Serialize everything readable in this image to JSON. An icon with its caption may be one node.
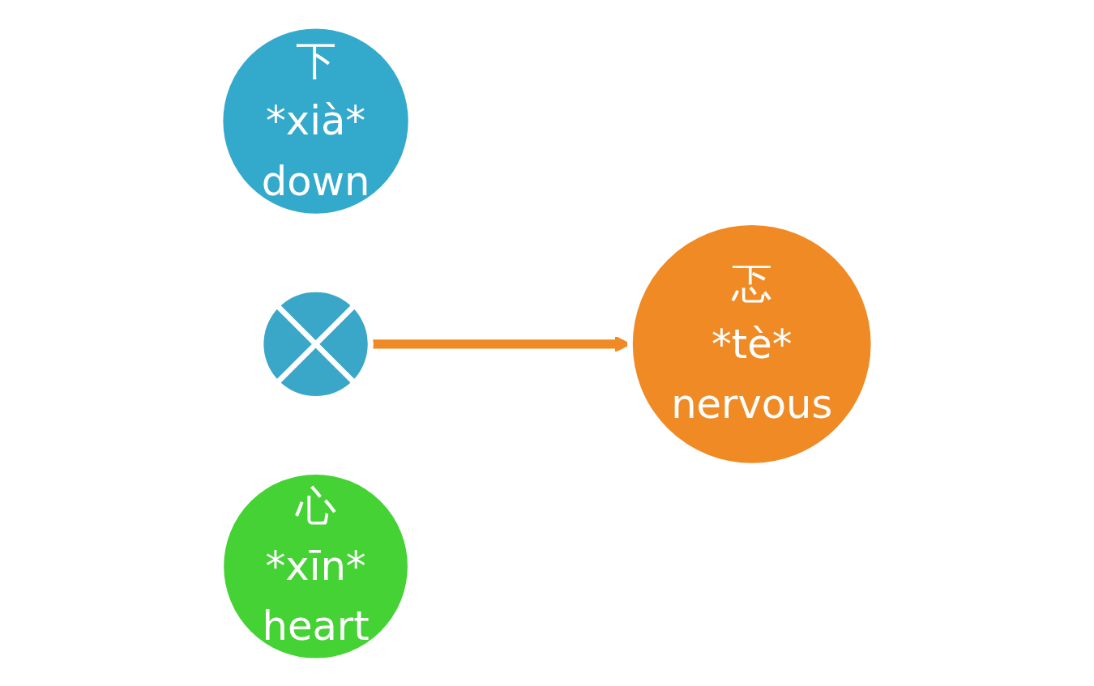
{
  "diagram": {
    "nodes": [
      {
        "text": [
          "下",
          "*xià*",
          "down"
        ]
      },
      {
        "text": [],
        "shape": "cross"
      },
      {
        "text": [
          "心",
          "*xīn*",
          "heart"
        ]
      },
      {
        "text": [
          "忑",
          "*tè*",
          "nervous"
        ]
      }
    ],
    "edges": [
      {
        "from": 1,
        "to": 3,
        "arrow": "to"
      }
    ]
  }
}
